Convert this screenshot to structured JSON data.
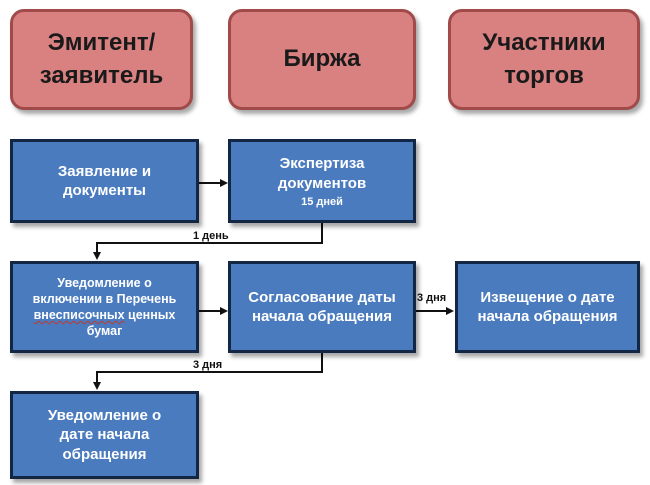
{
  "headers": {
    "issuer": "Эмитент/\nзаявитель",
    "exchange": "Биржа",
    "participants": "Участники\nторгов"
  },
  "boxes": {
    "application": "Заявление и\nдокументы",
    "expertise": "Экспертиза\nдокументов",
    "expertise_duration": "15 дней",
    "notice_inclusion_line1": "Уведомление о\nвключении в Перечень",
    "notice_inclusion_word": "внесписочных",
    "notice_inclusion_rest": "ценных\nбумаг",
    "agreement": "Согласование даты\nначала обращения",
    "announcement": "Извещение о дате\nначала обращения",
    "notice_start": "Уведомление о\nдате начала\nобращения"
  },
  "labels": {
    "one_day": "1 день",
    "three_days_right": "3 дня",
    "three_days_bottom": "3 дня"
  },
  "colors": {
    "header_fill": "#d98080",
    "header_border": "#a14a4a",
    "box_fill": "#4a7bbf",
    "box_border": "#132744"
  }
}
